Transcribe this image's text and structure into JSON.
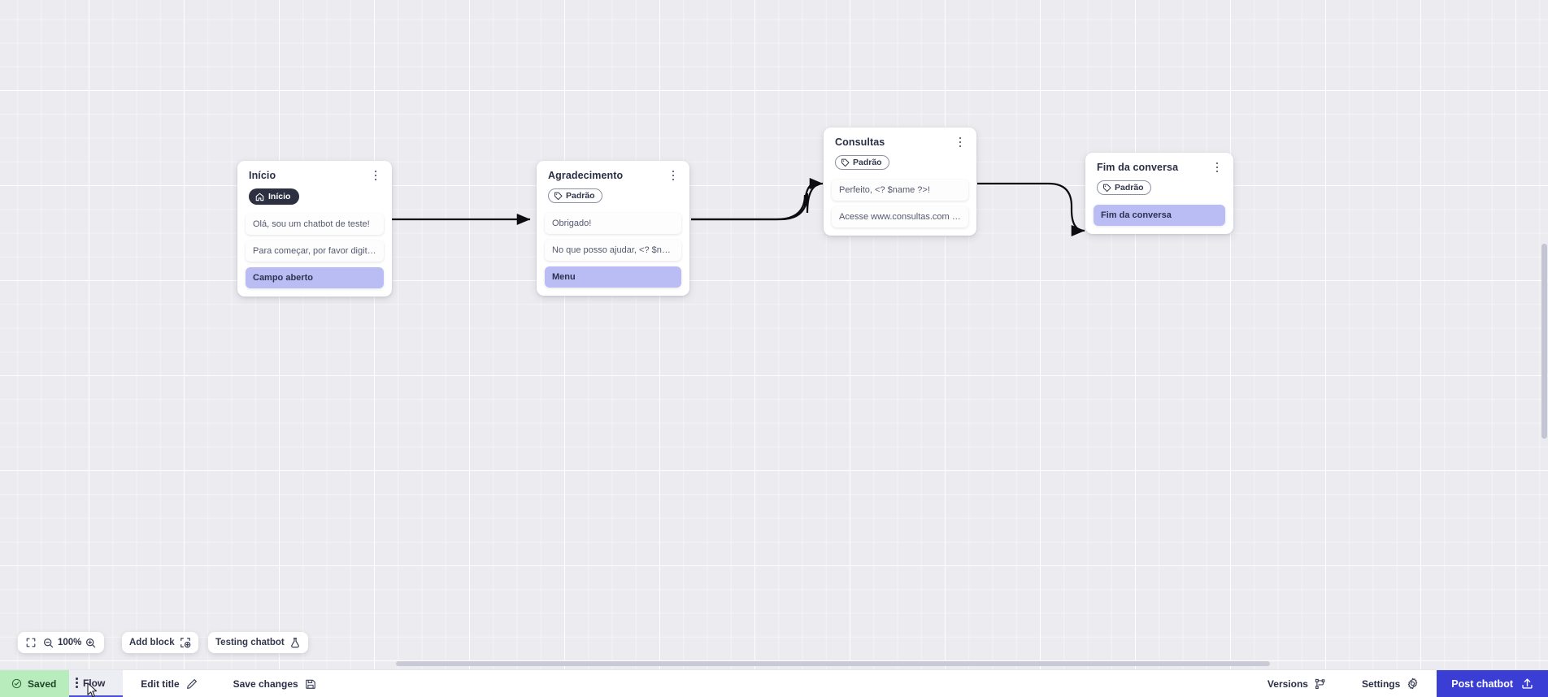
{
  "canvas": {
    "blocks": [
      {
        "id": "inicio",
        "title": "Início",
        "badge": {
          "type": "home",
          "label": "Início"
        },
        "rows": [
          {
            "text": "Olá, sou um chatbot de teste!",
            "accent": false
          },
          {
            "text": "Para começar, por favor digite o ...",
            "accent": false
          },
          {
            "text": "Campo aberto",
            "accent": true
          }
        ]
      },
      {
        "id": "agradecimento",
        "title": "Agradecimento",
        "badge": {
          "type": "tag",
          "label": "Padrão"
        },
        "rows": [
          {
            "text": "Obrigado!",
            "accent": false
          },
          {
            "text": "No que posso ajudar, <? $name ...",
            "accent": false
          },
          {
            "text": "Menu",
            "accent": true
          }
        ]
      },
      {
        "id": "consultas",
        "title": "Consultas",
        "badge": {
          "type": "tag",
          "label": "Padrão"
        },
        "rows": [
          {
            "text": "Perfeito, <? $name ?>!",
            "accent": false
          },
          {
            "text": "Acesse www.consultas.com par...",
            "accent": false
          }
        ]
      },
      {
        "id": "fim-da-conversa",
        "title": "Fim da conversa",
        "badge": {
          "type": "tag",
          "label": "Padrão"
        },
        "rows": [
          {
            "text": "Fim da conversa",
            "accent": true
          }
        ]
      }
    ]
  },
  "toolbar": {
    "zoom_level": "100%",
    "fit_icon": "fit-screen-icon",
    "zoom_out_icon": "zoom-out-icon",
    "zoom_in_icon": "zoom-in-icon",
    "add_block_label": "Add block",
    "add_block_icon": "add-block-icon",
    "testing_chatbot_label": "Testing chatbot",
    "testing_chatbot_icon": "flask-icon"
  },
  "bottom_bar": {
    "saved_label": "Saved",
    "saved_icon": "check-circle-icon",
    "flow_tab_label": "Flow",
    "edit_title_label": "Edit title",
    "edit_title_icon": "pencil-icon",
    "save_changes_label": "Save changes",
    "save_changes_icon": "save-disk-icon",
    "versions_label": "Versions",
    "versions_icon": "git-branch-icon",
    "settings_label": "Settings",
    "settings_icon": "gear-icon",
    "post_label": "Post chatbot",
    "post_icon": "upload-icon"
  },
  "colors": {
    "accent_blue": "#3a3ed4",
    "saved_green": "#b9ecbd",
    "row_accent": "#b9bdf4",
    "badge_dark": "#2c3040",
    "canvas_bg": "#ececf0"
  }
}
